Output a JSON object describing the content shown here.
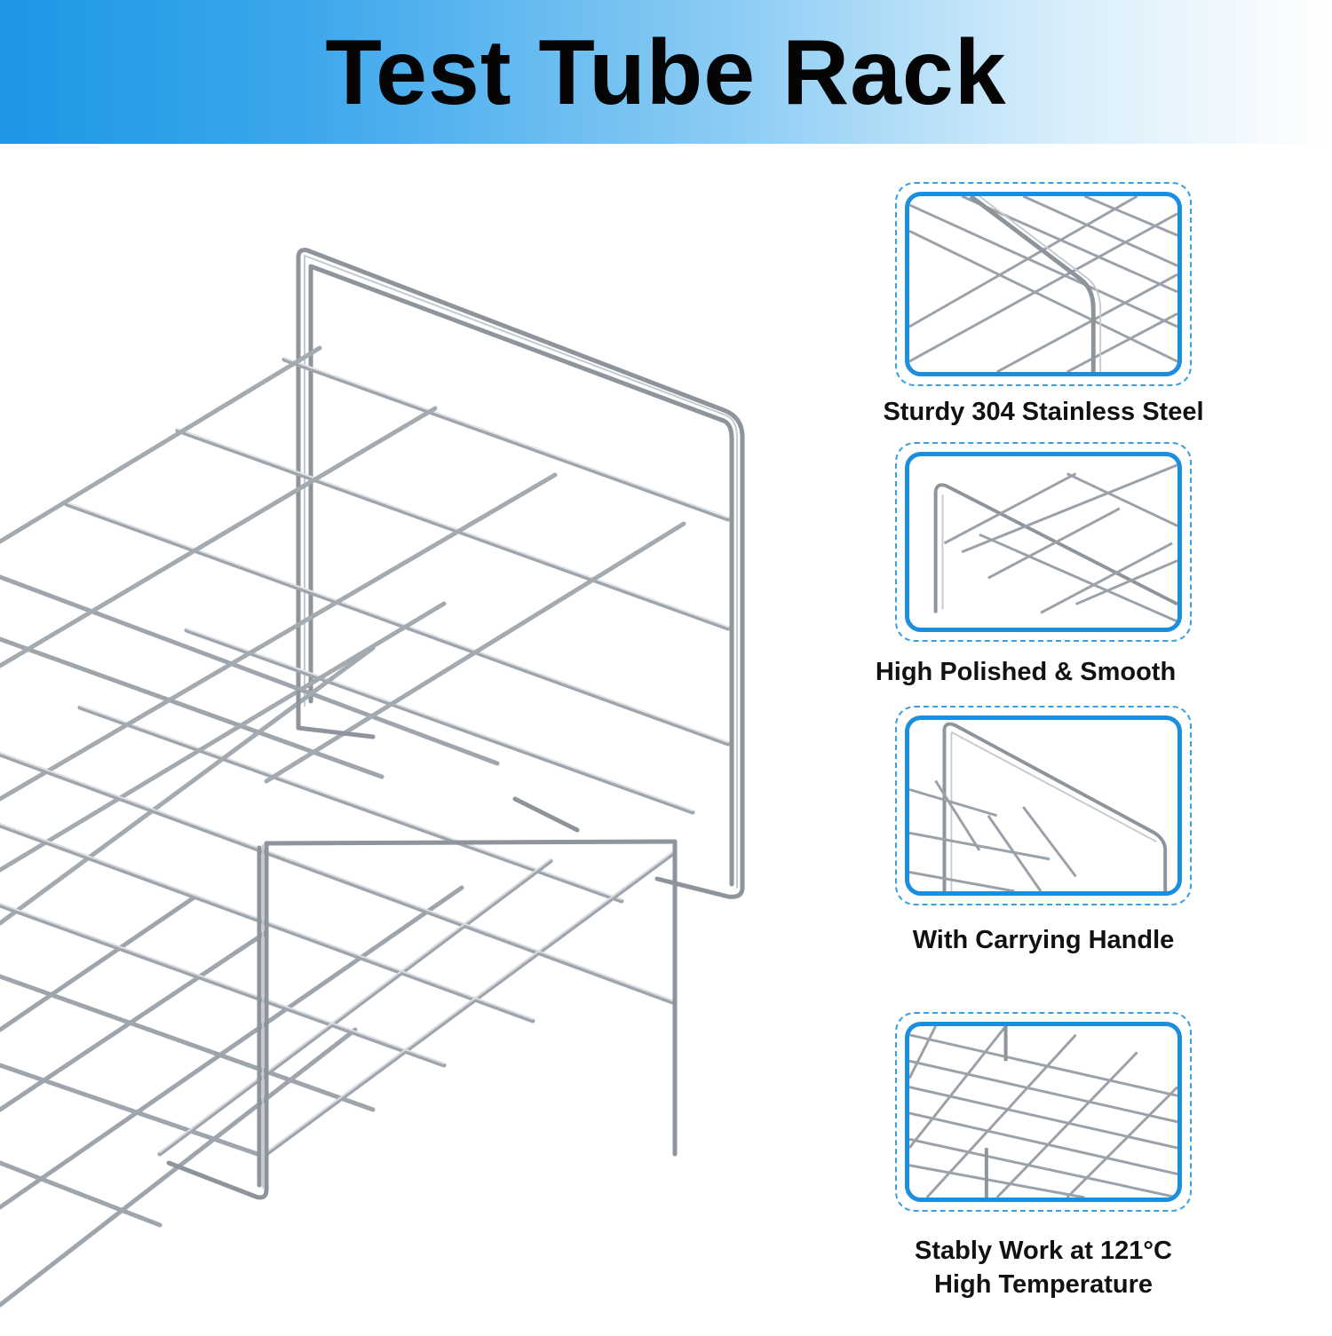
{
  "banner": {
    "title": "Test Tube Rack",
    "gradient_start": "#1e97e6",
    "gradient_end": "#ffffff"
  },
  "hero": {
    "image": "stainless-steel-test-tube-rack"
  },
  "features": [
    {
      "caption": "Sturdy 304 Stainless Steel",
      "image": "rack-handle-closeup"
    },
    {
      "caption": "High Polished & Smooth",
      "image": "rack-corner-closeup"
    },
    {
      "caption": "With Carrying Handle",
      "image": "rack-handle-side"
    },
    {
      "caption_line1": "Stably Work at 121°C",
      "caption_line2": "High Temperature",
      "image": "rack-grid-closeup"
    }
  ],
  "colors": {
    "frame": "#1b8fde",
    "wire": "#9aa0a6"
  }
}
